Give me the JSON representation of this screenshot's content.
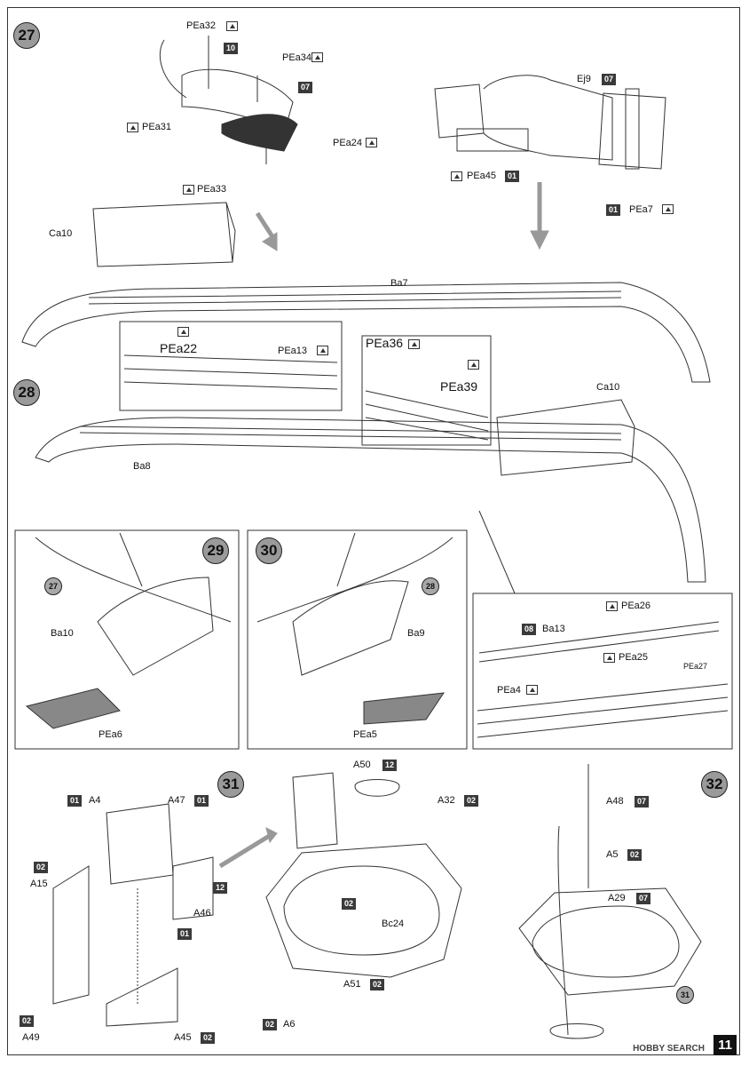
{
  "steps": {
    "s27": "27",
    "s28": "28",
    "s29": "29",
    "s30": "30",
    "s31": "31",
    "s32": "32"
  },
  "refs": {
    "r27": "27",
    "r28": "28",
    "r31": "31"
  },
  "codes": {
    "c10": "10",
    "c07a": "07",
    "c07b": "07",
    "c01a": "01",
    "c01b": "01",
    "c08": "08",
    "c01c": "01",
    "c01d": "01",
    "c02a": "02",
    "c12a": "12",
    "c01e": "01",
    "c02b": "02",
    "c12b": "12",
    "c02c": "02",
    "c02d": "02",
    "c02e": "02",
    "c02f": "02",
    "c07c": "07",
    "c02g": "02",
    "c07d": "07",
    "c02h": "02"
  },
  "labels": {
    "pea32": "PEa32",
    "pea34": "PEa34",
    "pea31": "PEa31",
    "pea24": "PEa24",
    "pea33": "PEa33",
    "ej9": "Ej9",
    "pea45": "PEa45",
    "pea7": "PEa7",
    "ca10a": "Ca10",
    "ba7": "Ba7",
    "pea22": "PEa22",
    "pea13": "PEa13",
    "pea36": "PEa36",
    "pea39": "PEa39",
    "ca10b": "Ca10",
    "ba8": "Ba8",
    "ba10": "Ba10",
    "pea6": "PEa6",
    "ba9": "Ba9",
    "pea5": "PEa5",
    "pea26": "PEa26",
    "ba13": "Ba13",
    "pea25": "PEa25",
    "pea27": "PEa27",
    "pea4": "PEa4",
    "a4": "A4",
    "a47": "A47",
    "a15": "A15",
    "a46": "A46",
    "a49": "A49",
    "a45": "A45",
    "a50": "A50",
    "a32": "A32",
    "bc24": "Bc24",
    "a51": "A51",
    "a6": "A6",
    "a48": "A48",
    "a5": "A5",
    "a29": "A29"
  },
  "footer": {
    "watermark": "HOBBY SEARCH",
    "page": "11"
  },
  "colors": {
    "code_bg": "#3a3a3a",
    "step_bg": "#9a9a9a",
    "line": "#333333"
  }
}
